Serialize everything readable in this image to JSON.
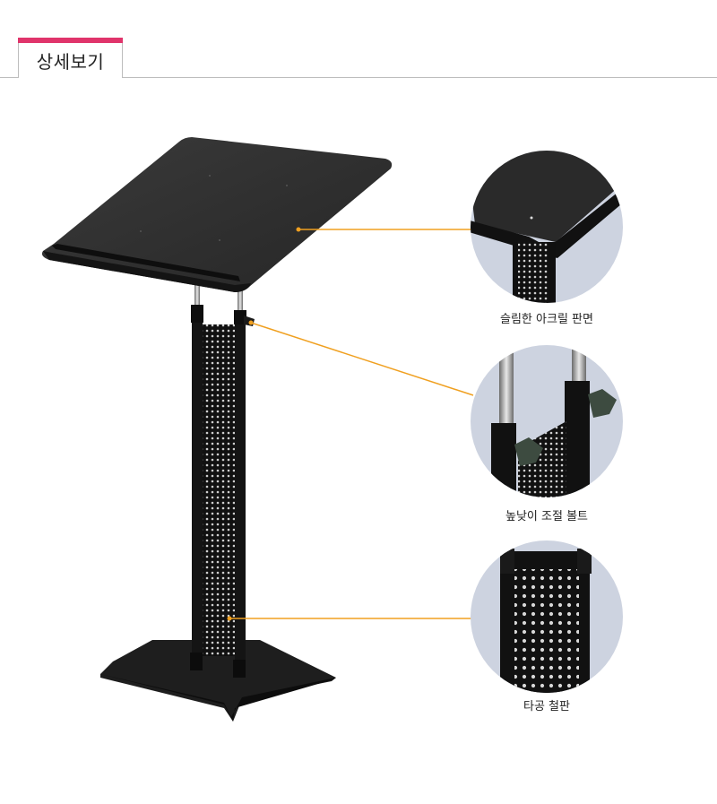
{
  "header": {
    "title": "상세보기"
  },
  "accent_color": "#e0346b",
  "leader_color": "#f0a020",
  "details": [
    {
      "caption": "슬림한 아크릴 판면"
    },
    {
      "caption": "높낮이 조절 볼트"
    },
    {
      "caption": "타공 철판"
    }
  ]
}
